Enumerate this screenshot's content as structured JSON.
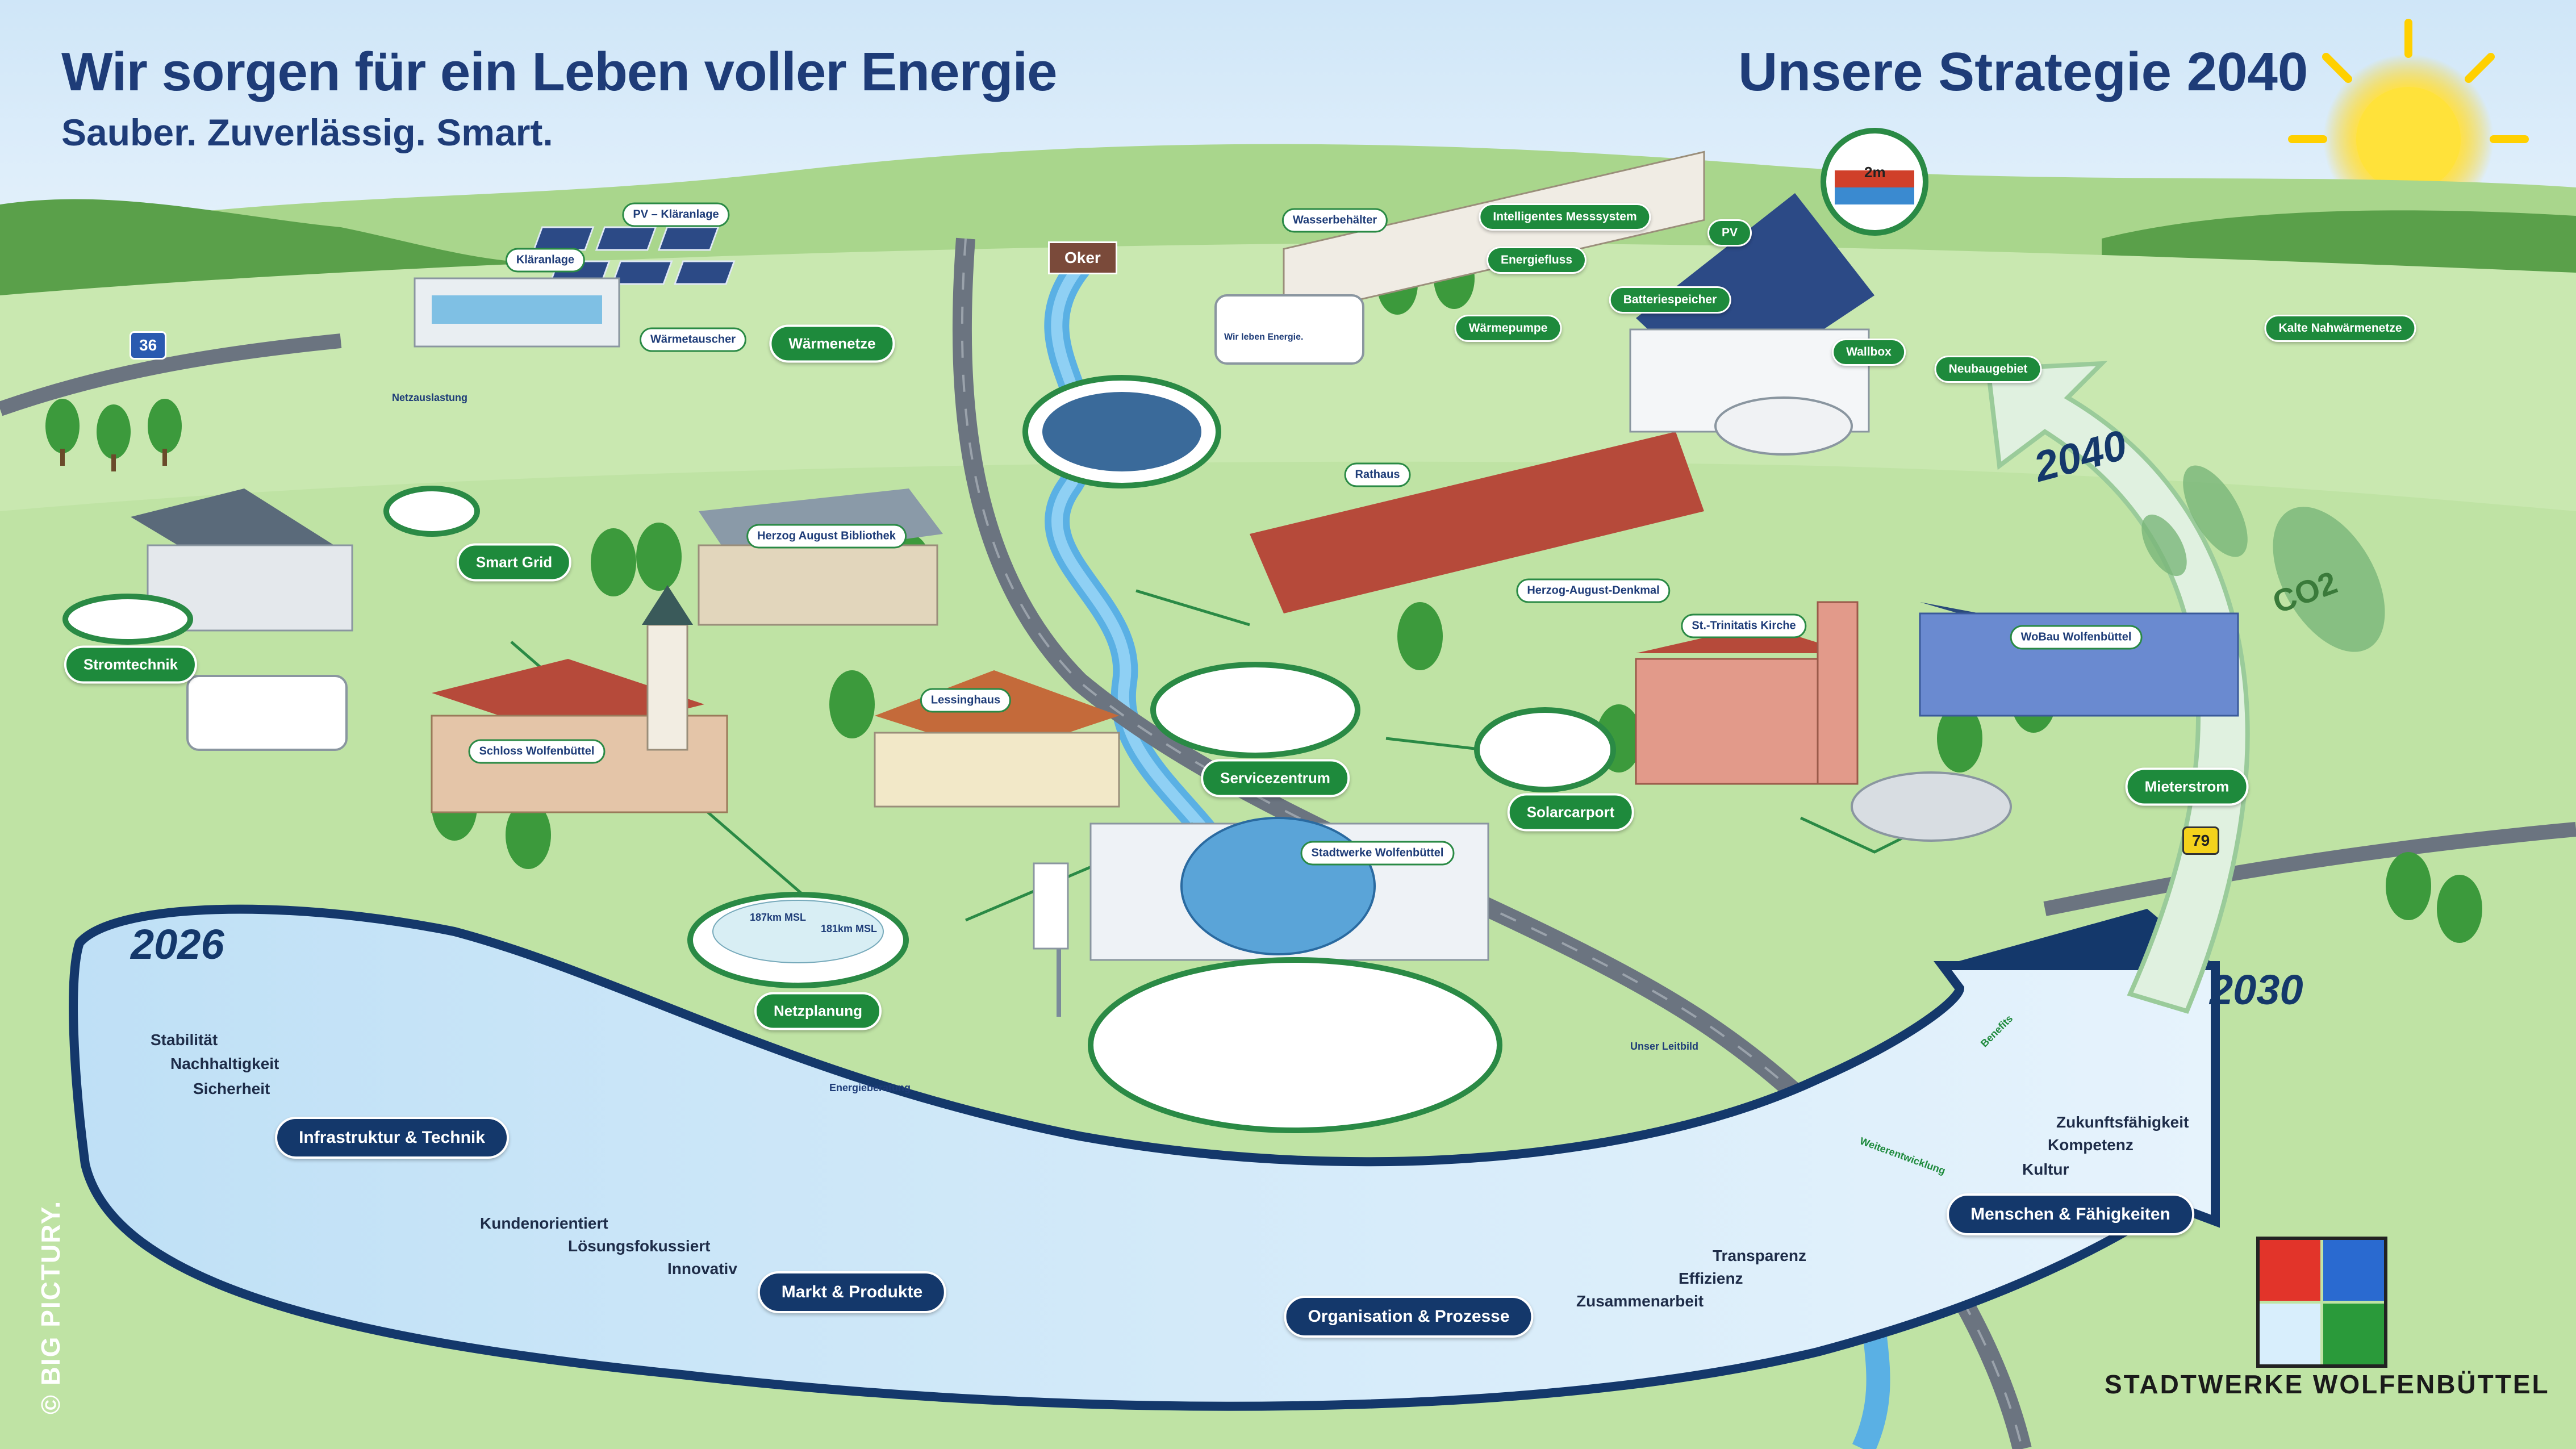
{
  "header": {
    "title": "Wir sorgen für ein Leben voller Energie",
    "subtitle": "Sauber. Zuverlässig. Smart.",
    "strategy": "Unsere Strategie 2040"
  },
  "years": [
    "2026",
    "2030",
    "2040"
  ],
  "green_labels": {
    "stromtechnik": "Stromtechnik",
    "smart_grid": "Smart Grid",
    "waermenetze": "Wärmenetze",
    "servicezentrum": "Servicezentrum",
    "solarcarport": "Solarcarport",
    "netzplanung": "Netzplanung",
    "mieterstrom": "Mieterstrom",
    "kalte_nahwaermenetze": "Kalte Nahwärmenetze",
    "intelligentes_messsystem": "Intelligentes Messsystem",
    "energiefluss": "Energiefluss",
    "waermepumpe": "Wärmepumpe",
    "batteriespeicher": "Batteriespeicher",
    "pv": "PV",
    "wallbox": "Wallbox",
    "neubaugebiet": "Neubaugebiet"
  },
  "navy_labels": {
    "infrastruktur": "Infrastruktur & Technik",
    "markt": "Markt & Produkte",
    "organisation": "Organisation & Prozesse",
    "menschen": "Menschen & Fähigkeiten"
  },
  "building_labels": {
    "klaeranlage": "Kläranlage",
    "pv_klaeranlage": "PV – Kläranlage",
    "waermetauscher": "Wärmetauscher",
    "wasserbehaelter": "Wasserbehälter",
    "rathaus": "Rathaus",
    "bibliothek": "Herzog August Bibliothek",
    "schloss": "Schloss Wolfenbüttel",
    "lessinghaus": "Lessinghaus",
    "denkmal": "Herzog-August-Denkmal",
    "trinitatis": "St.-Trinitatis Kirche",
    "wobau": "WoBau Wolfenbüttel",
    "stadtwerke": "Stadtwerke Wolfenbüttel",
    "netzauslastung": "Netzauslastung",
    "energieberatung": "Energieberatung",
    "leitbild": "Unser Leitbild",
    "benefits": "Benefits",
    "weiterentwicklung": "Weiterentwicklung",
    "msl_187": "187km MSL",
    "msl_181": "181km MSL",
    "depth": "2m"
  },
  "oker": "Oker",
  "roads": {
    "b36": "36",
    "b79": "79"
  },
  "values": {
    "infrastruktur": [
      "Stabilität",
      "Nachhaltigkeit",
      "Sicherheit"
    ],
    "markt": [
      "Kundenorientiert",
      "Lösungsfokussiert",
      "Innovativ"
    ],
    "organisation": [
      "Transparenz",
      "Effizienz",
      "Zusammenarbeit"
    ],
    "menschen": [
      "Zukunftsfähigkeit",
      "Kompetenz",
      "Kultur"
    ]
  },
  "van_text": "Wir leben Energie.",
  "co2": "CO2",
  "brand": "STADTWERKE WOLFENBÜTTEL",
  "copyright": "© BIG PICTURY.",
  "colors": {
    "navy": "#14386b",
    "green": "#1e8a3c",
    "grass": "#bfe3a4",
    "sky": "#dfeefa"
  }
}
